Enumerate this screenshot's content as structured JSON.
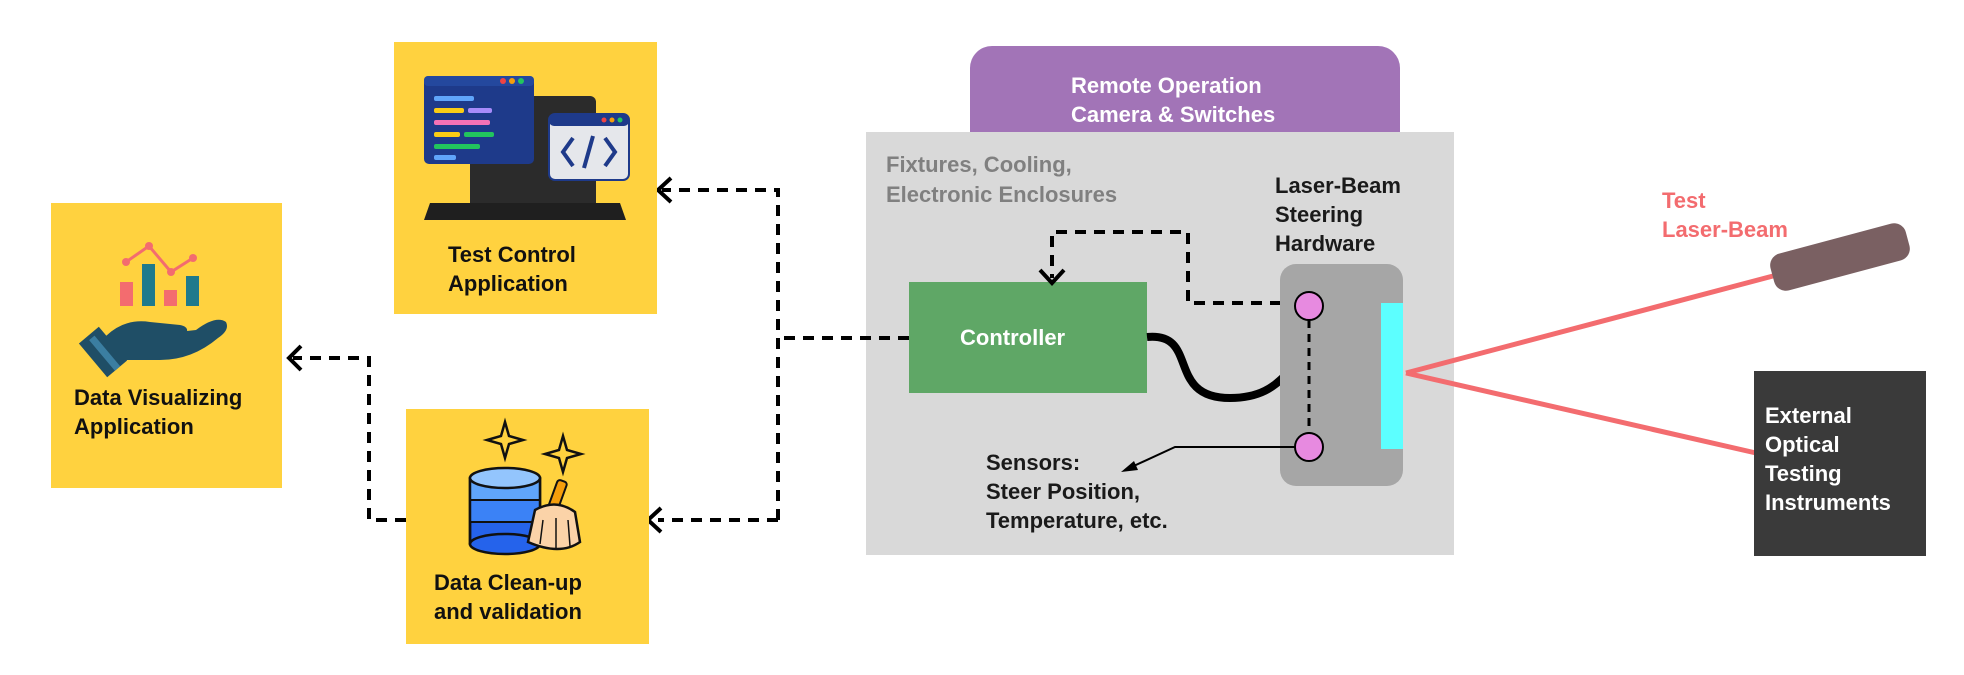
{
  "colors": {
    "app_box": "#FFD23F",
    "enclosure": "#D9D9D9",
    "remote_tab": "#A274B7",
    "controller": "#5FA766",
    "hardware": "#A6A6A6",
    "mirror": "#5CFFFF",
    "pin": "#E78AE0",
    "laser": "#F36C6F",
    "laser_tube": "#7A6062",
    "instrument_box": "#3A3A3A",
    "connector": "#000000",
    "enclosure_label": "#808080"
  },
  "labels": {
    "remote_operation": [
      "Remote Operation",
      "Camera & Switches"
    ],
    "enclosure": [
      "Fixtures, Cooling,",
      "Electronic Enclosures"
    ],
    "steering_hardware": [
      "Laser-Beam",
      "Steering",
      "Hardware"
    ],
    "controller": "Controller",
    "sensors": [
      "Sensors:",
      "Steer Position,",
      "Temperature, etc."
    ],
    "test_laser": [
      "Test",
      "Laser-Beam"
    ],
    "instruments": [
      "External",
      "Optical",
      "Testing",
      "Instruments"
    ],
    "test_control": [
      "Test Control",
      "Application"
    ],
    "data_cleanup": [
      "Data Clean-up",
      "and validation"
    ],
    "data_visualizing": [
      "Data Visualizing",
      "Application"
    ]
  },
  "icons": {
    "test_control": "laptop-code-icon",
    "data_cleanup": "database-broom-icon",
    "data_visualizing": "hand-chart-icon"
  }
}
